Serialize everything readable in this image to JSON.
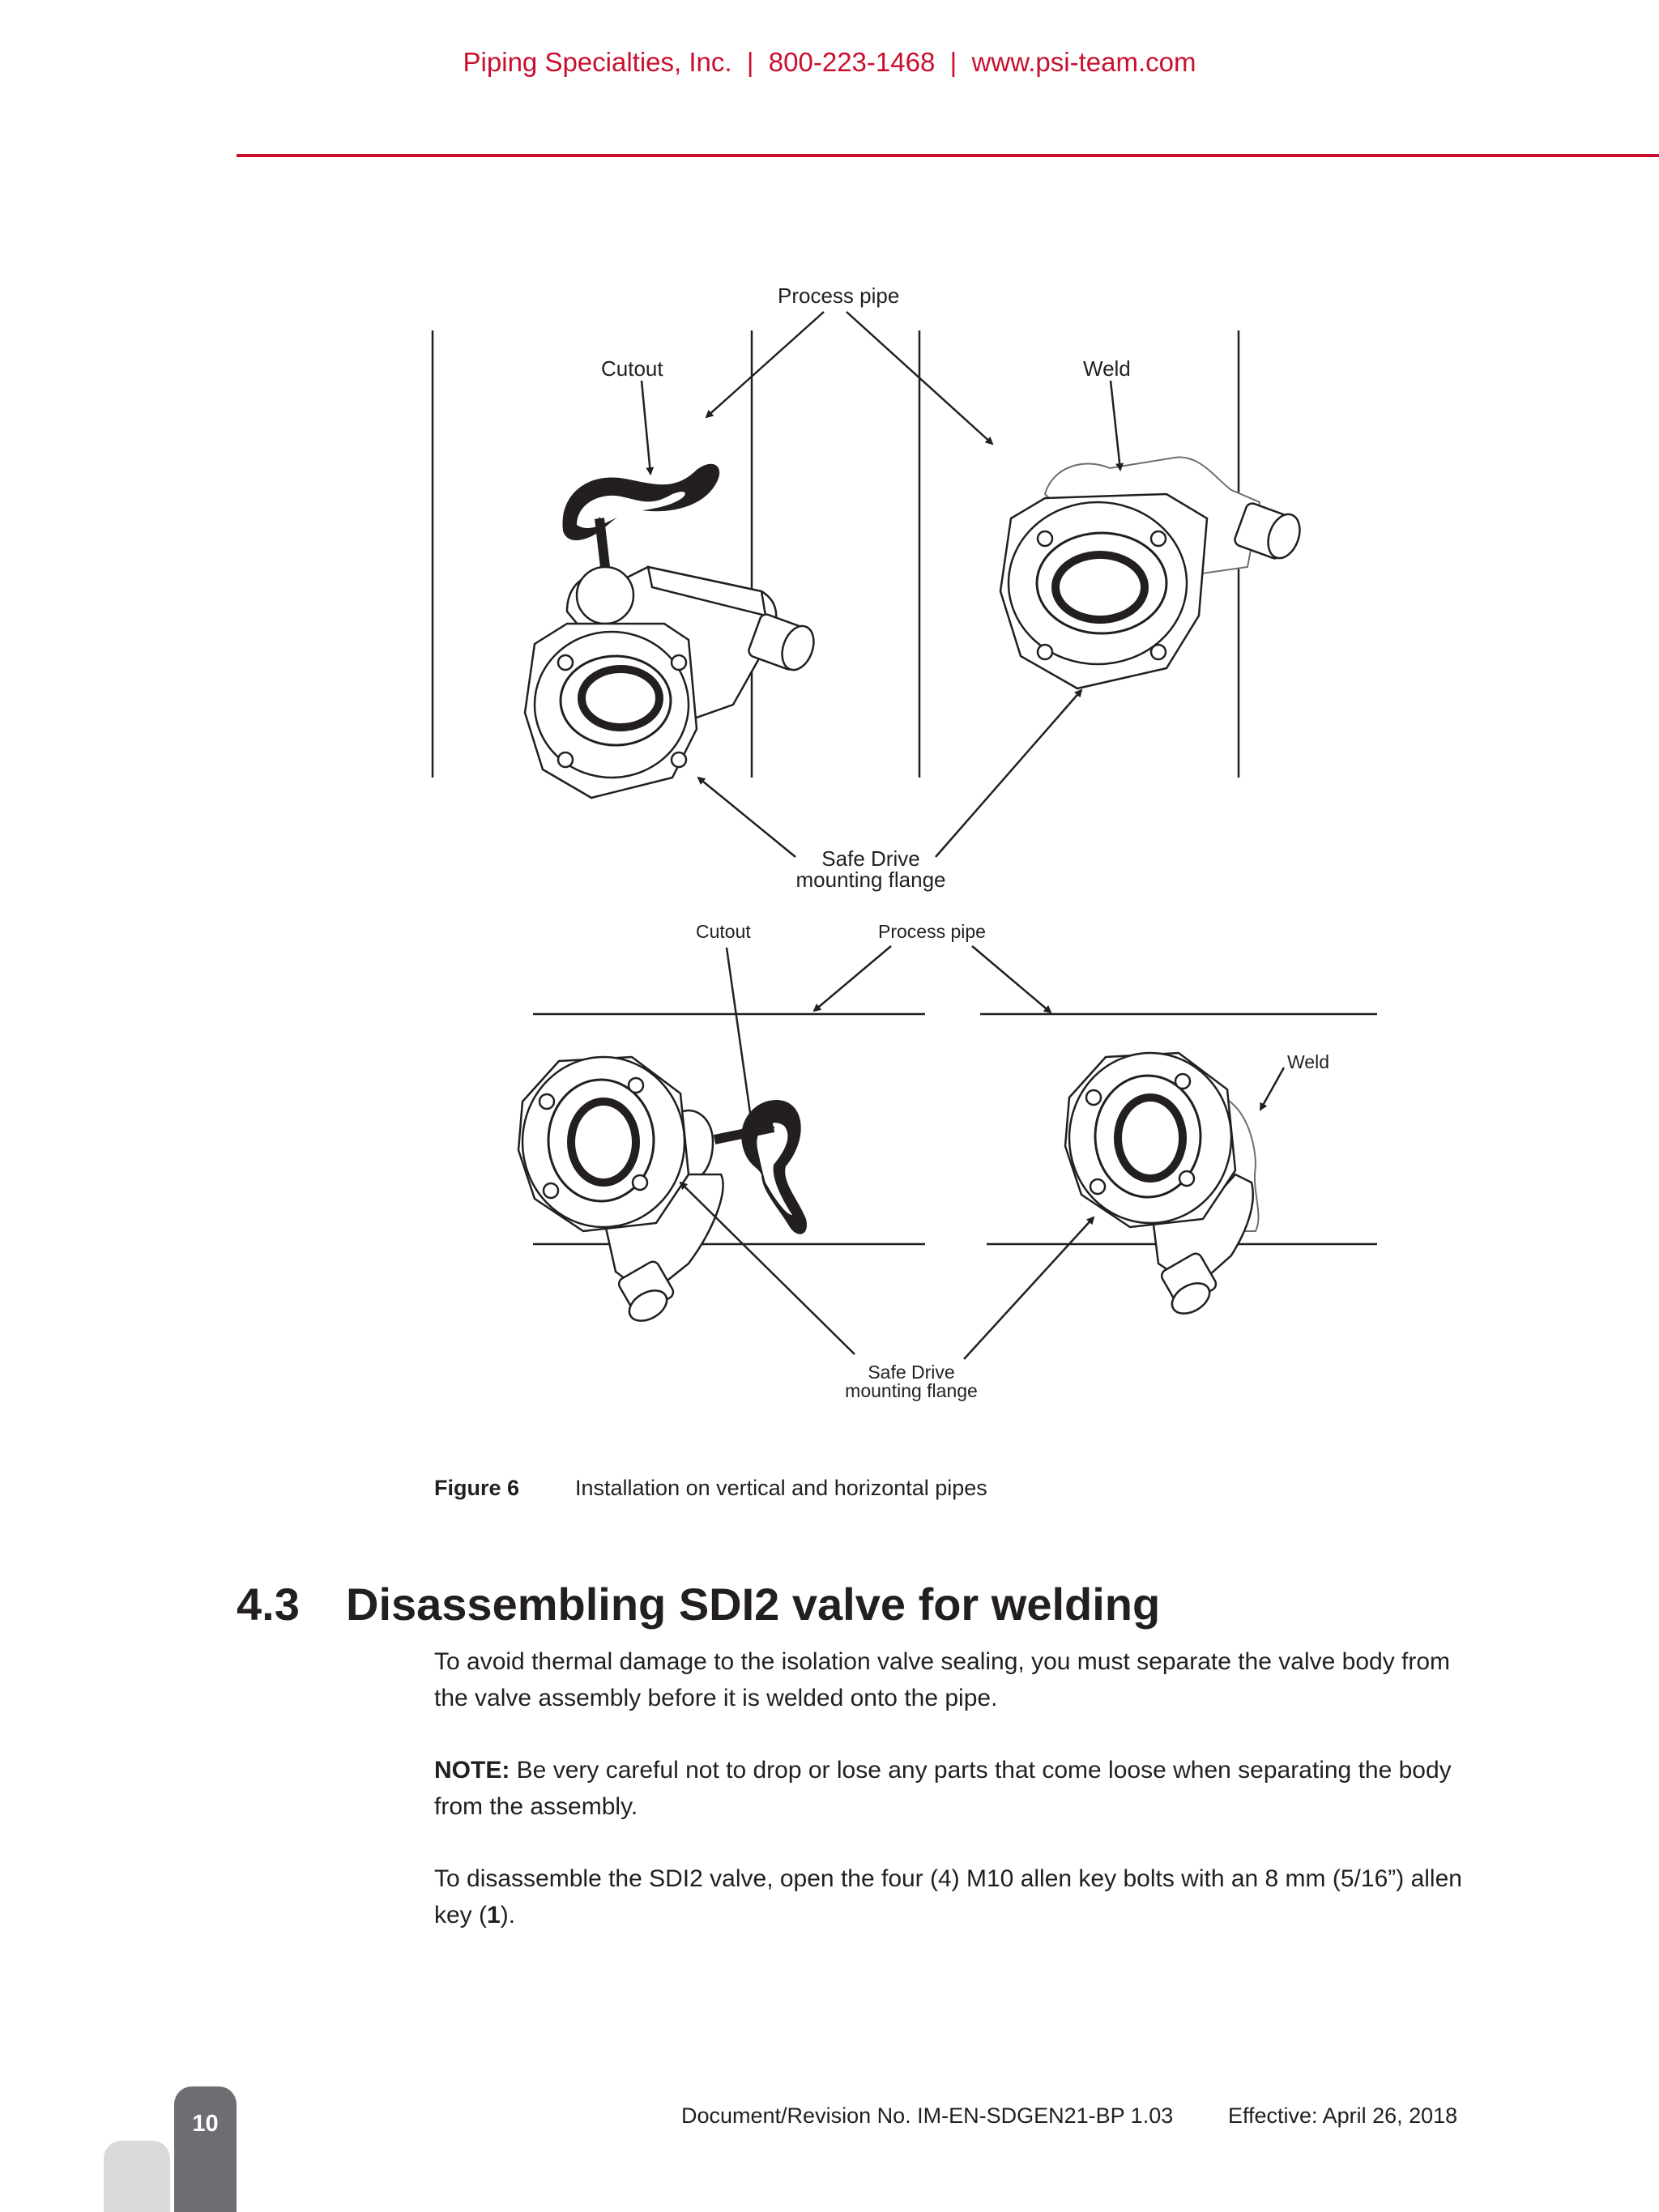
{
  "header": {
    "text": "Piping Specialties, Inc.  |  800-223-1468  |  www.psi-team.com",
    "color": "#c8102e"
  },
  "figure": {
    "top": {
      "process_pipe": "Process pipe",
      "cutout": "Cutout",
      "weld": "Weld",
      "flange_line1": "Safe Drive",
      "flange_line2": "mounting flange"
    },
    "bottom": {
      "cutout": "Cutout",
      "process_pipe": "Process pipe",
      "weld": "Weld",
      "flange_line1": "Safe Drive",
      "flange_line2": "mounting flange"
    },
    "caption_number": "Figure 6",
    "caption_text": "Installation on vertical and horizontal pipes"
  },
  "section": {
    "number": "4.3",
    "title": "Disassembling SDI2 valve for welding",
    "para1": "To avoid thermal damage to the isolation valve sealing, you must separate the valve body from the valve assembly before it is welded onto the pipe.",
    "note_label": "NOTE:",
    "note_text": " Be very careful not to drop or lose any parts that come loose when separating the body from the assembly.",
    "para3_text": "To disassemble the SDI2 valve, open the four (4) M10 allen key bolts with an 8 mm (5/16”) allen key (",
    "para3_bold": "1",
    "para3_end": ")."
  },
  "footer": {
    "page_number": "10",
    "doc_revision": "Document/Revision No. IM-EN-SDGEN21-BP 1.03",
    "effective": "Effective: April 26, 2018"
  }
}
